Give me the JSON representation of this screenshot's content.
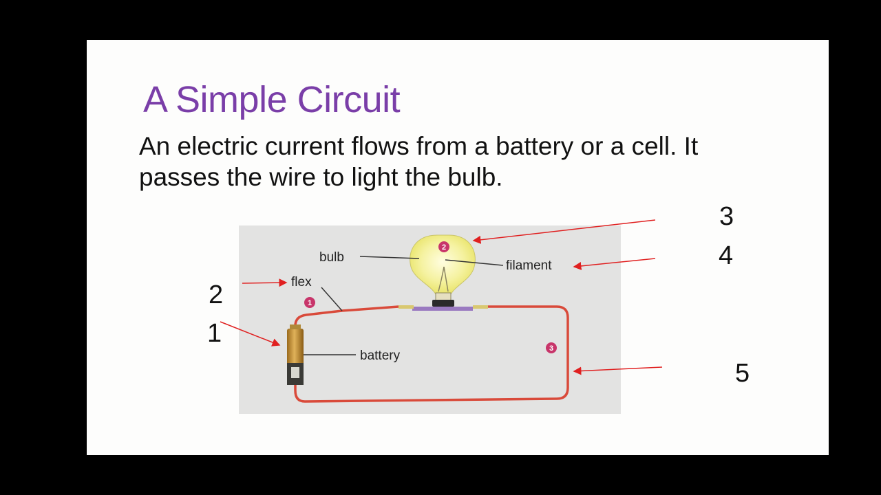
{
  "slide": {
    "title": "A Simple Circuit",
    "text": "An electric current flows from a battery or a cell. It passes the wire to light the bulb."
  },
  "diagram": {
    "labels": {
      "bulb": "bulb",
      "filament": "filament",
      "flex": "flex",
      "battery": "battery"
    },
    "badges": [
      "1",
      "2",
      "3"
    ]
  },
  "callouts": [
    "1",
    "2",
    "3",
    "4",
    "5"
  ],
  "colors": {
    "title": "#7a3ea8",
    "wire": "#d94a3a",
    "arrow": "#e02020",
    "badge": "#c8356a",
    "figure_bg": "#e3e3e2"
  }
}
